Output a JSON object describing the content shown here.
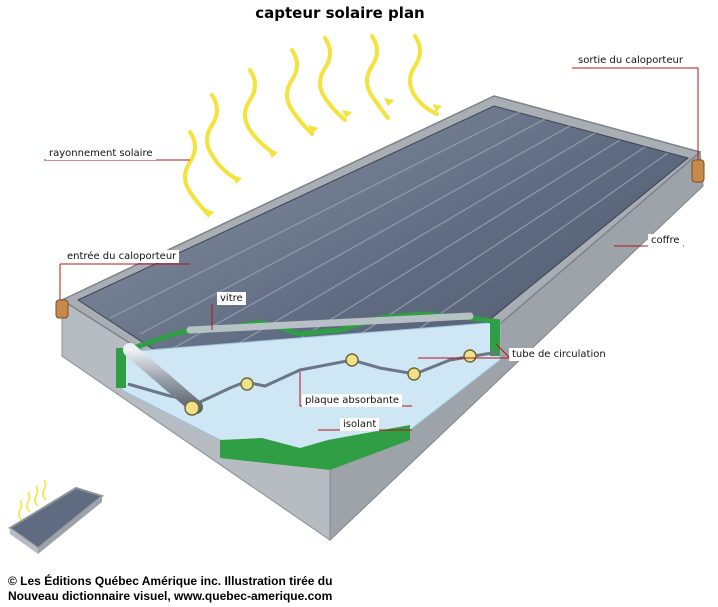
{
  "title": "capteur solaire plan",
  "labels": {
    "sortie": "sortie du caloporteur",
    "rayonnement": "rayonnement solaire",
    "entree": "entrée du caloporteur",
    "coffre": "coffre",
    "vitre": "vitre",
    "tube": "tube de circulation",
    "plaque": "plaque absorbante",
    "isolant": "isolant"
  },
  "credit": {
    "line1": "© Les Éditions Québec Amérique inc. Illustration tirée du",
    "line2": "Nouveau dictionnaire visuel, www.quebec-amerique.com"
  },
  "colors": {
    "ray": "#f5e23a",
    "panel": "#5f6b80",
    "frame": "#a9aeb4",
    "insulation": "#cfe6f4",
    "seal": "#2f9e45",
    "leader": "#b01818"
  }
}
